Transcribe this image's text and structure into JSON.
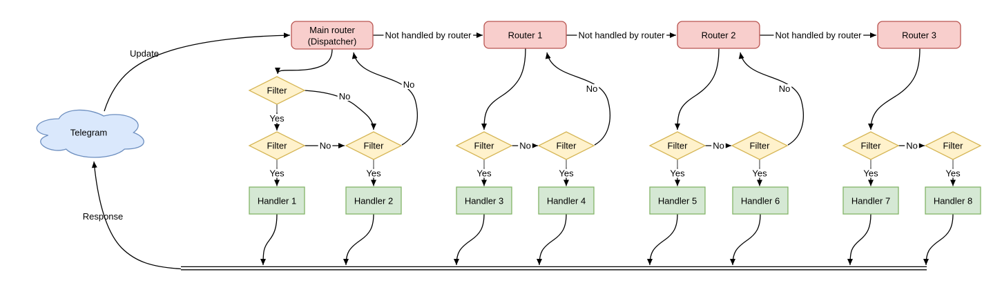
{
  "labels": {
    "cloud": "Telegram",
    "update": "Update",
    "response": "Response",
    "not_handled": "Not handled by router",
    "filter": "Filter",
    "yes": "Yes",
    "no": "No"
  },
  "nodes": {
    "dispatcher": {
      "line1": "Main router",
      "line2": "(Dispatcher)"
    },
    "routers": [
      "Router 1",
      "Router 2",
      "Router 3"
    ],
    "handlers": [
      "Handler 1",
      "Handler 2",
      "Handler 3",
      "Handler 4",
      "Handler 5",
      "Handler 6",
      "Handler 7",
      "Handler 8"
    ]
  },
  "colors": {
    "router_fill": "#f8cecc",
    "router_stroke": "#b85450",
    "filter_fill": "#fff2cc",
    "filter_stroke": "#d6b656",
    "handler_fill": "#d5e8d4",
    "handler_stroke": "#82b366",
    "cloud_fill": "#dae8fc",
    "cloud_stroke": "#6c8ebf",
    "edge": "#000000",
    "stub": "#999999"
  }
}
